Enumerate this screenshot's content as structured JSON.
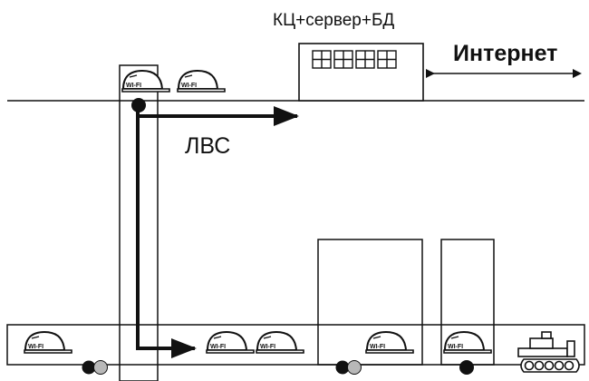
{
  "labels": {
    "center": "КЦ+сервер+БД",
    "internet": "Интернет",
    "lan": "ЛВС",
    "wifi": "WI-FI"
  },
  "colors": {
    "line": "#111111",
    "helmet_fill": "#ffffff",
    "connector_grey": "#b8b8b8"
  }
}
